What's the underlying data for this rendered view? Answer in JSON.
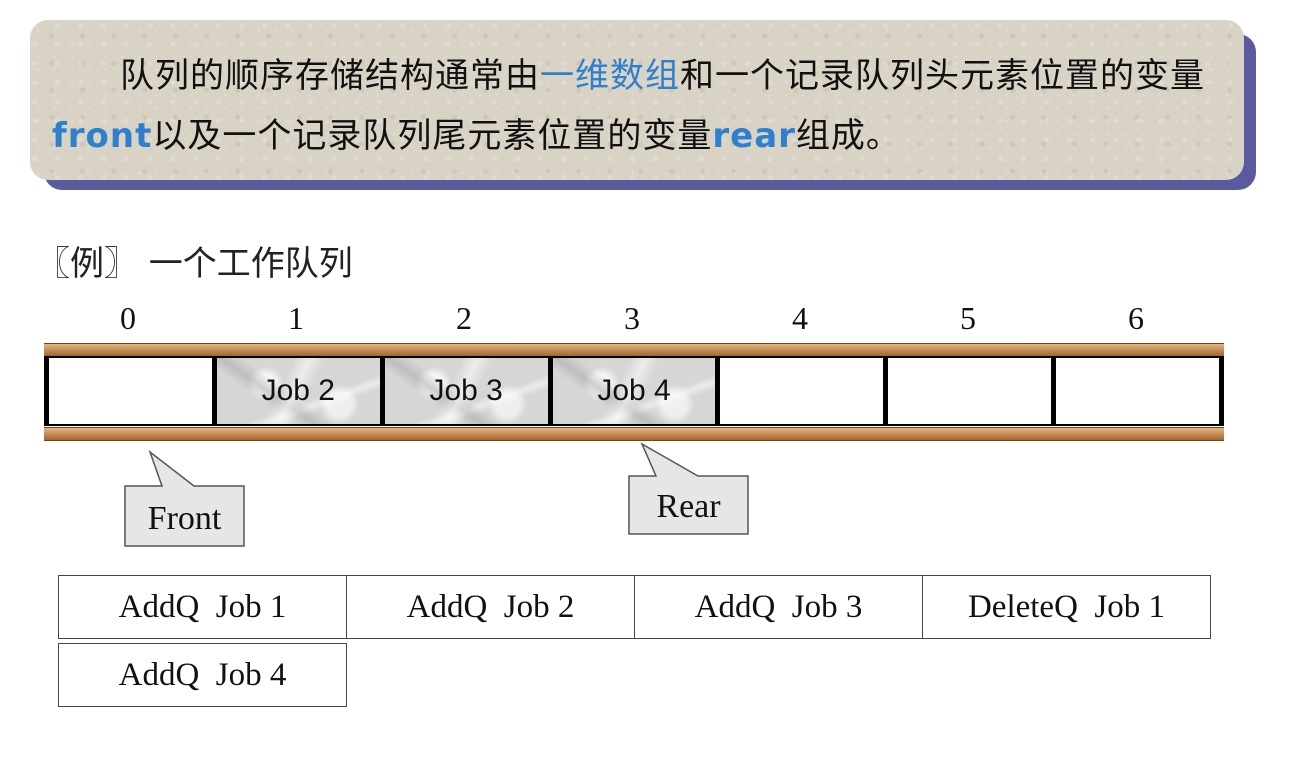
{
  "intro": {
    "part1": "队列的顺序存储结构通常由",
    "highlight1": "一维数组",
    "part2": "和一个记录队列头元素位置的变量",
    "highlight_front": "front",
    "part3": "以及一个记录队列尾元素位置的变量",
    "highlight_rear": "rear",
    "part4": "组成。"
  },
  "example": {
    "title": "〖例〗 一个工作队列"
  },
  "queue": {
    "indices": [
      "0",
      "1",
      "2",
      "3",
      "4",
      "5",
      "6"
    ],
    "cells": [
      "",
      "Job 2",
      "Job 3",
      "Job 4",
      "",
      "",
      ""
    ],
    "filled": [
      false,
      true,
      true,
      true,
      false,
      false,
      false
    ],
    "front_label": "Front",
    "rear_label": "Rear"
  },
  "operations": [
    "AddQ  Job 1",
    "AddQ  Job 2",
    "AddQ  Job 3",
    "DeleteQ  Job 1",
    "AddQ  Job 4"
  ],
  "colors": {
    "highlight": "#2f7fcf",
    "box_background": "#d9d3c5",
    "box_shadow": "#5a5a9e",
    "rail": "#c48a4f",
    "callout_fill": "#e6e6e6"
  }
}
